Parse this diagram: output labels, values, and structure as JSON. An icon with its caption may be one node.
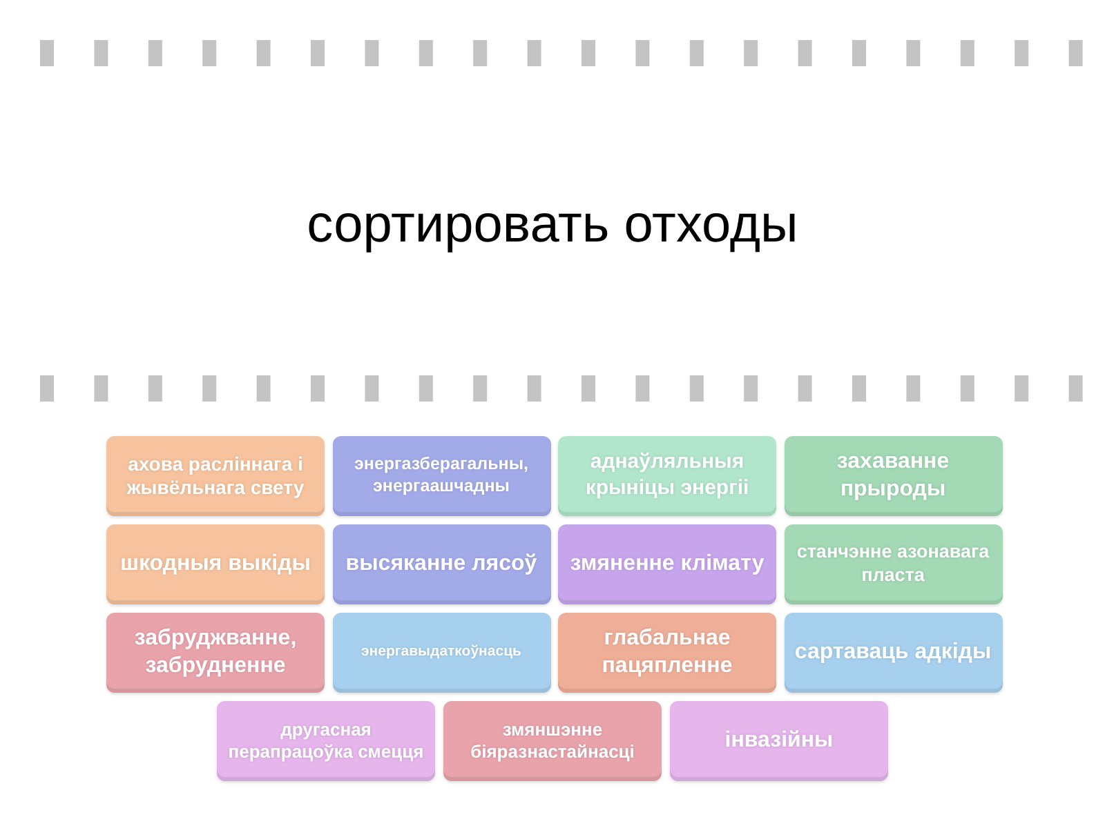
{
  "diagram": {
    "title": "сортировать отходы",
    "nodes": [
      {
        "text": [
          "ахова расліннага і жывёльнага свету"
        ]
      },
      {
        "text": [
          "энергазберагальны, энергаашчадны"
        ]
      },
      {
        "text": [
          "аднаўляльныя крыніцы энергіі"
        ]
      },
      {
        "text": [
          "захаванне прыроды"
        ]
      },
      {
        "text": [
          "шкодныя выкіды"
        ]
      },
      {
        "text": [
          "высяканне лясоў"
        ]
      },
      {
        "text": [
          "змяненне клімату"
        ]
      },
      {
        "text": [
          "станчэнне азонавага пласта"
        ]
      },
      {
        "text": [
          "забруджванне, забрудненне"
        ]
      },
      {
        "text": [
          "энергавыдаткоўнасць"
        ]
      },
      {
        "text": [
          "глабальнае пацяпленне"
        ]
      },
      {
        "text": [
          "сартаваць адкіды"
        ]
      },
      {
        "text": [
          "другасная перапрацоўка смецця"
        ]
      },
      {
        "text": [
          "змяншэнне біяразнастайнасці"
        ]
      },
      {
        "text": [
          "інвазійны"
        ]
      }
    ]
  }
}
